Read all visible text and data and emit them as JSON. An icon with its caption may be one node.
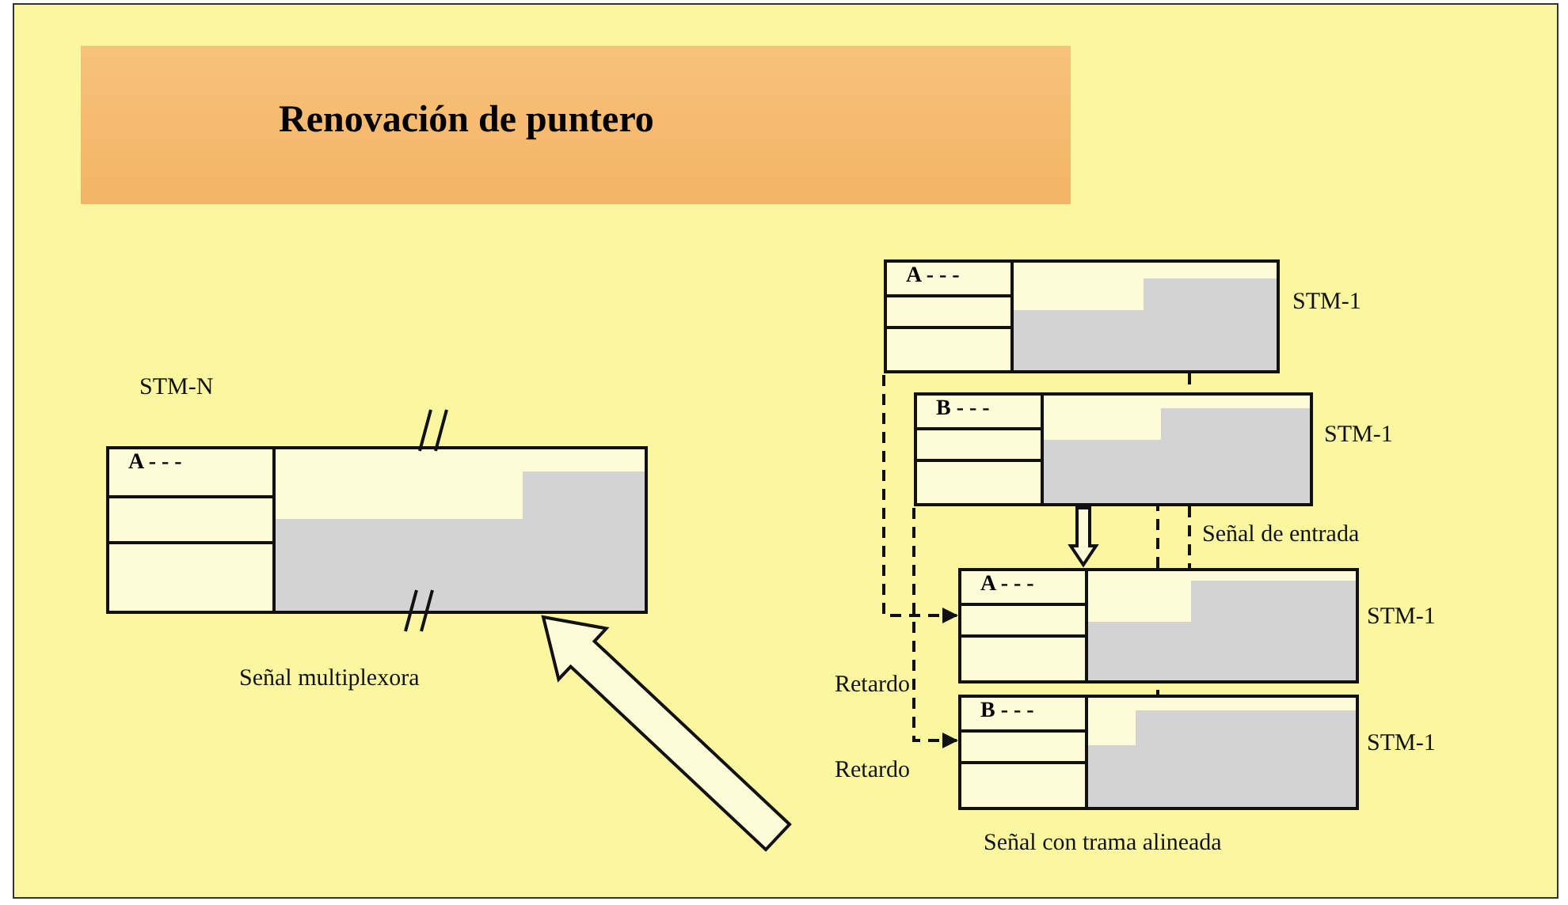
{
  "diagram": {
    "title": "Renovación de puntero",
    "nodes": [
      {
        "text": [
          "A - - -"
        ],
        "beside": [
          "STM-N",
          "Señal multiplexora"
        ]
      },
      {
        "text": [
          "A - - -"
        ],
        "beside": [
          "STM-1"
        ]
      },
      {
        "text": [
          "B - - -"
        ],
        "beside": [
          "STM-1"
        ]
      },
      {
        "text": [
          "A - - -"
        ],
        "beside": [
          "STM-1"
        ]
      },
      {
        "text": [
          "B - - -"
        ],
        "beside": [
          "STM-1"
        ]
      }
    ],
    "edges": [
      {
        "from": 2,
        "to": 3,
        "arrow": "to"
      },
      {
        "from": 1,
        "to": 3,
        "arrow": "to",
        "style": "dashed"
      },
      {
        "from": 2,
        "to": 4,
        "arrow": "to",
        "style": "dashed"
      },
      {
        "from": null,
        "to": 0,
        "arrow": "to"
      },
      {
        "from": 1,
        "to": 3,
        "arrow": "none",
        "style": "dashed"
      },
      {
        "from": 2,
        "to": 4,
        "arrow": "none",
        "style": "dashed"
      }
    ],
    "labels": [
      "Señal de entrada",
      "Retardo",
      "Retardo",
      "Señal con trama alineada"
    ]
  }
}
